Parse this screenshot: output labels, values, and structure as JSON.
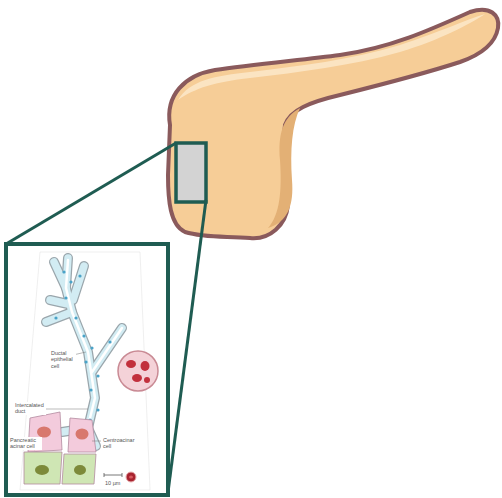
{
  "diagram": {
    "labels": [
      "Ductal epithelial cell",
      "Intercalated duct",
      "Pancreatic acinar cell",
      "Centroacinar cell",
      "10 µm"
    ]
  }
}
